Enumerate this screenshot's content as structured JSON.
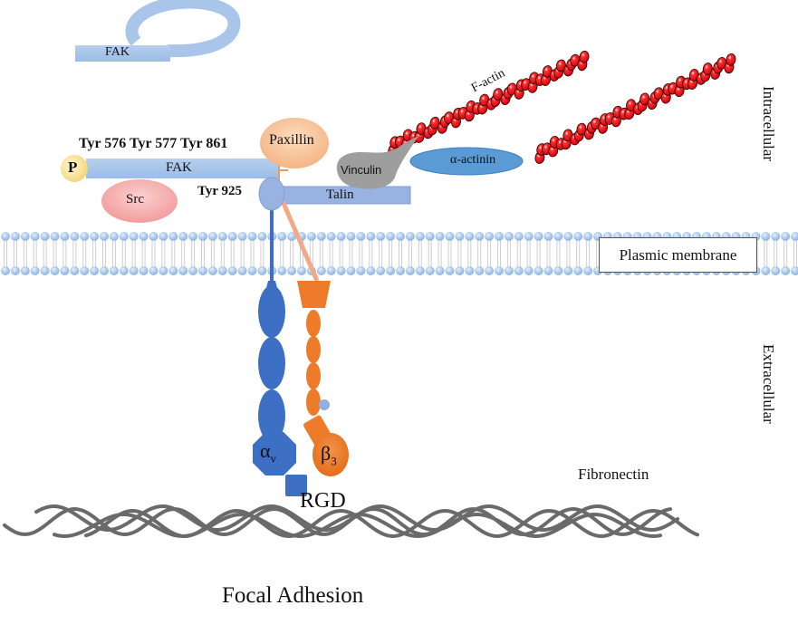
{
  "figure": {
    "title": "Focal Adhesion",
    "regions": {
      "intracellular": "Intracellular",
      "extracellular": "Extracellular",
      "membrane": "Plasmic membrane"
    },
    "proteins": {
      "fak_inactive": "FAK",
      "fak_active": "FAK",
      "phospho": "P",
      "tyr_sites": "Tyr 576 Tyr 577 Tyr 861",
      "tyr_925": "Tyr 925",
      "src": "Src",
      "paxillin": "Paxillin",
      "vinculin": "Vinculin",
      "talin": "Talin",
      "alpha_actinin": "α-actinin",
      "f_actin": "F-actin",
      "integrin_alpha": "α",
      "integrin_alpha_sub": "v",
      "integrin_beta": "β",
      "integrin_beta_sub": "3",
      "rgd": "RGD",
      "fibronectin": "Fibronectin"
    },
    "colors": {
      "fak_blue": "#a9c6ea",
      "phospho_yellow": "#fbe39a",
      "src_pink": "#f6b3b3",
      "paxillin_peach": "#f7c49c",
      "vinculin_gray": "#9e9e9e",
      "talin_blue": "#98b3e2",
      "actinin_blue": "#5b9bd5",
      "actin_red": "#e8000f",
      "integrin_alpha_blue": "#3d6fc4",
      "integrin_beta_orange": "#ee7b2a",
      "membrane_bead": "#a9c8ea",
      "fibronectin_gray": "#666666"
    }
  }
}
